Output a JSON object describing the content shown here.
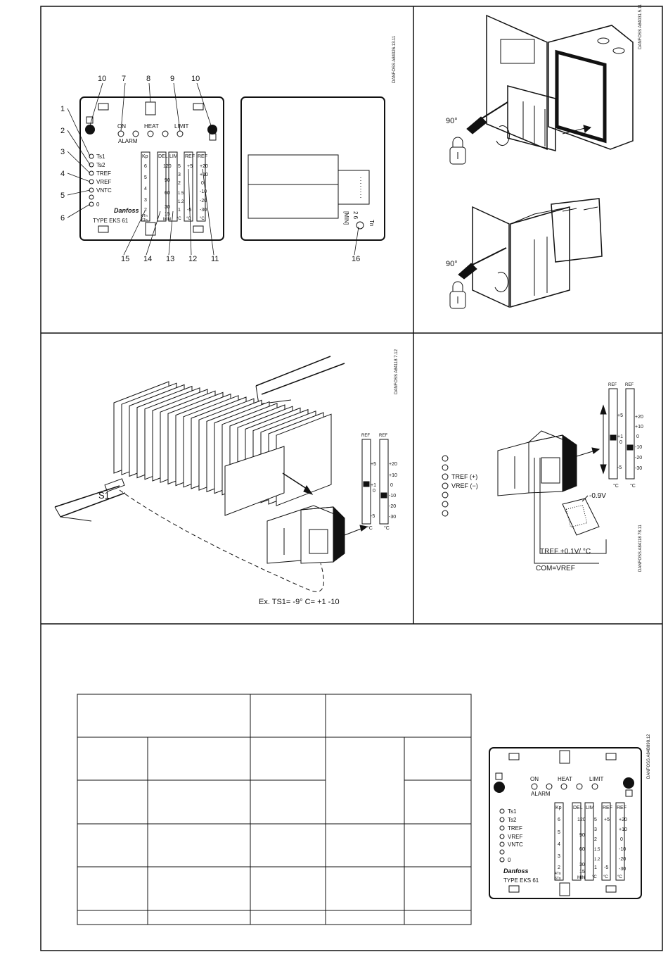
{
  "panel1": {
    "callouts": [
      "1",
      "2",
      "3",
      "4",
      "5",
      "6",
      "7",
      "8",
      "9",
      "10",
      "10",
      "11",
      "12",
      "13",
      "14",
      "15",
      "16"
    ],
    "indicators": {
      "on": "ON",
      "heat": "HEAT",
      "limit": "LIMIT",
      "alarm": "ALARM"
    },
    "terminals": [
      "Ts1",
      "Ts2",
      "TREF",
      "VREF",
      "VNTC",
      "0"
    ],
    "slider_heads": [
      "Kp",
      "DEL",
      "LIM",
      "REF",
      "REF"
    ],
    "kp_scale": [
      "6",
      "5",
      "4",
      "3",
      "2",
      "4Tn",
      "6Tn"
    ],
    "del_scale": [
      "120",
      "90",
      "60",
      "30",
      "15",
      "MIN"
    ],
    "lim_scale": [
      "5",
      "3",
      "2",
      "1.5",
      "1.2",
      "1",
      "°C"
    ],
    "ref_fine": [
      "+5",
      "-5",
      "°C"
    ],
    "ref_coarse": [
      "+20",
      "+10",
      "0",
      "-10",
      "-20",
      "-30",
      "°C"
    ],
    "type_label": "TYPE EKS 61",
    "brand": "Danfoss",
    "back_label_tn": "Tn",
    "back_label_min": "[MIN]",
    "back_label_26": "2  6",
    "ref_code": "DANFOSS A84026.13.11"
  },
  "panel2": {
    "angle_top": "90°",
    "angle_bottom": "90°",
    "ref_code": "DANFOSS A84031.5.11"
  },
  "panel3": {
    "sensor_label": "S1",
    "example": "Ex. TS1= -9° C= +1 -10",
    "slider_heads": [
      "REF",
      "REF"
    ],
    "fine_scale": [
      "+5",
      "+1",
      "0",
      "-5",
      "°C"
    ],
    "coarse_scale": [
      "+20",
      "+10",
      "0",
      "-10",
      "-20",
      "-30",
      "°C"
    ],
    "ref_code": "DANFOSS A84118 7.12"
  },
  "panel4": {
    "terminals": [
      "",
      "",
      "TREF (+)",
      "VREF (−)",
      "",
      "",
      ""
    ],
    "voltage": "-0.9V",
    "formula": "TREF +0.1V/ °C",
    "com": "COM=VREF",
    "slider_heads": [
      "REF",
      "REF"
    ],
    "fine_scale": [
      "+5",
      "+1",
      "0",
      "-5",
      "°C"
    ],
    "coarse_scale": [
      "+20",
      "+10",
      "0",
      "-10",
      "-20",
      "-30",
      "°C"
    ],
    "ref_code": "DANFOSS A84118 78.11"
  },
  "panel5": {
    "indicators": {
      "on": "ON",
      "heat": "HEAT",
      "limit": "LIMIT",
      "alarm": "ALARM"
    },
    "terminals": [
      "Ts1",
      "Ts2",
      "TREF",
      "VREF",
      "VNTC",
      "",
      "0"
    ],
    "slider_heads": [
      "Kp",
      "DEL",
      "LIM",
      "REF",
      "REF"
    ],
    "kp_scale": [
      "6",
      "5",
      "4",
      "3",
      "2",
      "4Tn",
      "6Tn"
    ],
    "del_scale": [
      "120",
      "90",
      "60",
      "30",
      "15",
      "MIN"
    ],
    "lim_scale": [
      "5",
      "3",
      "2",
      "1.5",
      "1.2",
      "1",
      "°C"
    ],
    "ref_fine": [
      "+5",
      "-5",
      "°C"
    ],
    "ref_coarse": [
      "+20",
      "+10",
      "0",
      "-10",
      "-20",
      "-30",
      "°C"
    ],
    "type_label": "TYPE EKS 61",
    "brand": "Danfoss",
    "ref_code": "DANFOSS A84B898.12"
  }
}
